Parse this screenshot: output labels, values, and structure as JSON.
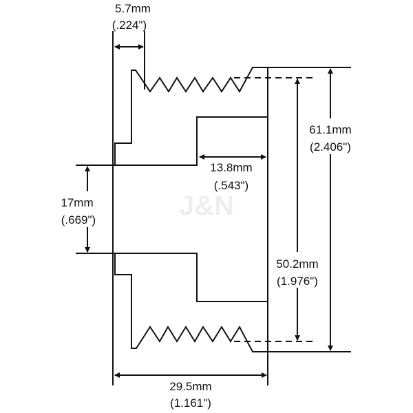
{
  "diagram": {
    "title": "Pulley cross-section dimensions",
    "watermark": "J&N",
    "colors": {
      "line": "#111111",
      "hatch": "#c8c8c8",
      "watermark": "#eeeeee"
    },
    "dimensions": [
      {
        "id": "flange-width",
        "metric": "5.7mm",
        "imperial": "(.224\")"
      },
      {
        "id": "outer-diameter",
        "metric": "61.1mm",
        "imperial": "(2.406\")"
      },
      {
        "id": "hub-depth",
        "metric": "13.8mm",
        "imperial": "(.543\")"
      },
      {
        "id": "bore-diameter",
        "metric": "17mm",
        "imperial": "(.669\")"
      },
      {
        "id": "groove-diameter",
        "metric": "50.2mm",
        "imperial": "(1.976\")"
      },
      {
        "id": "overall-width",
        "metric": "29.5mm",
        "imperial": "(1.161\")"
      }
    ]
  }
}
